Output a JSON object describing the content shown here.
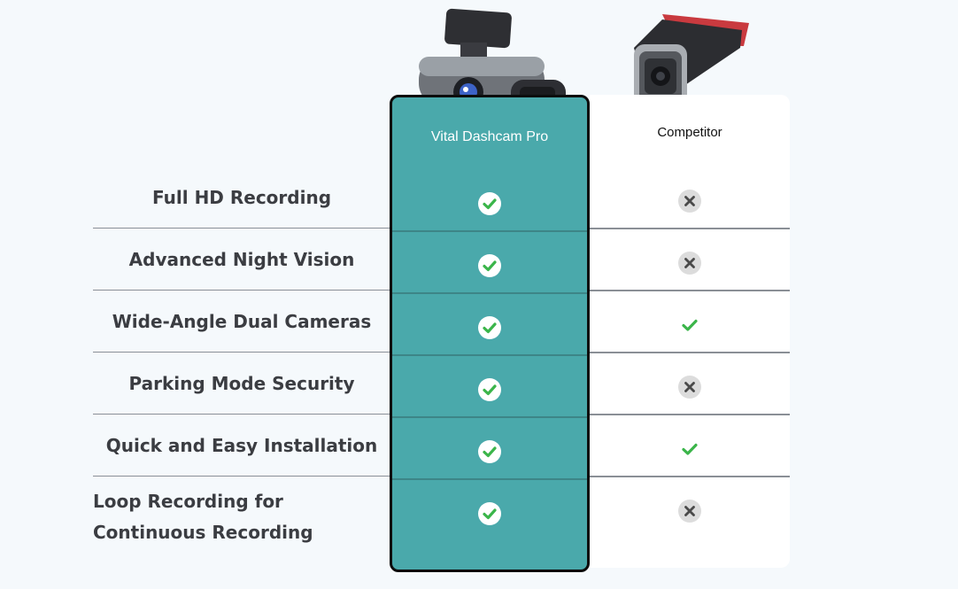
{
  "columns": {
    "product_title": "Vital Dashcam Pro",
    "competitor_title": "Competitor"
  },
  "features": [
    {
      "label": "Full HD Recording",
      "product": "check-circle",
      "competitor": "x-circle"
    },
    {
      "label": "Advanced Night Vision",
      "product": "check-circle",
      "competitor": "x-circle"
    },
    {
      "label": "Wide-Angle Dual Cameras",
      "product": "check-circle",
      "competitor": "check"
    },
    {
      "label": "Parking Mode Security",
      "product": "check-circle",
      "competitor": "x-circle"
    },
    {
      "label": "Quick and Easy Installation",
      "product": "check-circle",
      "competitor": "check"
    },
    {
      "label_lines": [
        "Loop Recording for",
        "Continuous Recording"
      ],
      "product": "check-circle",
      "competitor": "x-circle"
    }
  ],
  "colors": {
    "product_bg": "#4aa9ab",
    "check_green": "#3bb54a",
    "x_grey": "#dcdcdc"
  }
}
